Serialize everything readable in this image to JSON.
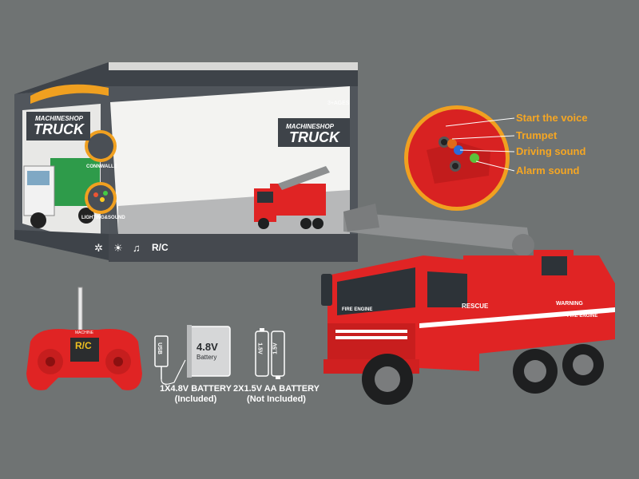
{
  "box": {
    "brand_small": "MACHINESHOP",
    "brand_big": "TRUCK",
    "age": "3+AGES",
    "feature_1": "CONNWALLE",
    "feature_2": "LIGHTING&SOUND",
    "rc_label": "R/C",
    "colors": {
      "grey": "#4a4f55",
      "orange": "#f0a020",
      "white": "#f4f4f2"
    }
  },
  "callouts": [
    {
      "label": "Start the voice",
      "dot_color": "#e06a1a"
    },
    {
      "label": "Trumpet",
      "dot_color": "#e06a1a"
    },
    {
      "label": "Driving sound",
      "dot_color": "#2a6bd8"
    },
    {
      "label": "Alarm sound",
      "dot_color": "#5cc23a"
    }
  ],
  "remote": {
    "logo": "R/C",
    "brand": "MACHINE"
  },
  "usb_label": "USB",
  "battery_pack": {
    "voltage": "4.8V",
    "word": "Battery",
    "caption_line1": "1X4.8V BATTERY",
    "caption_line2": "(Included)"
  },
  "aa_batteries": {
    "cell_label": "1.5V",
    "caption_line1": "2X1.5V AA BATTERY",
    "caption_line2": "(Not Included)"
  },
  "truck": {
    "cab_label": "FIRE ENGINE",
    "rescue": "RESCUE",
    "warning": "WARNING",
    "side_label": "FIRE ENGINE",
    "colors": {
      "body": "#e02424",
      "boom": "#8d8f90",
      "tire": "#1e1f20"
    }
  }
}
